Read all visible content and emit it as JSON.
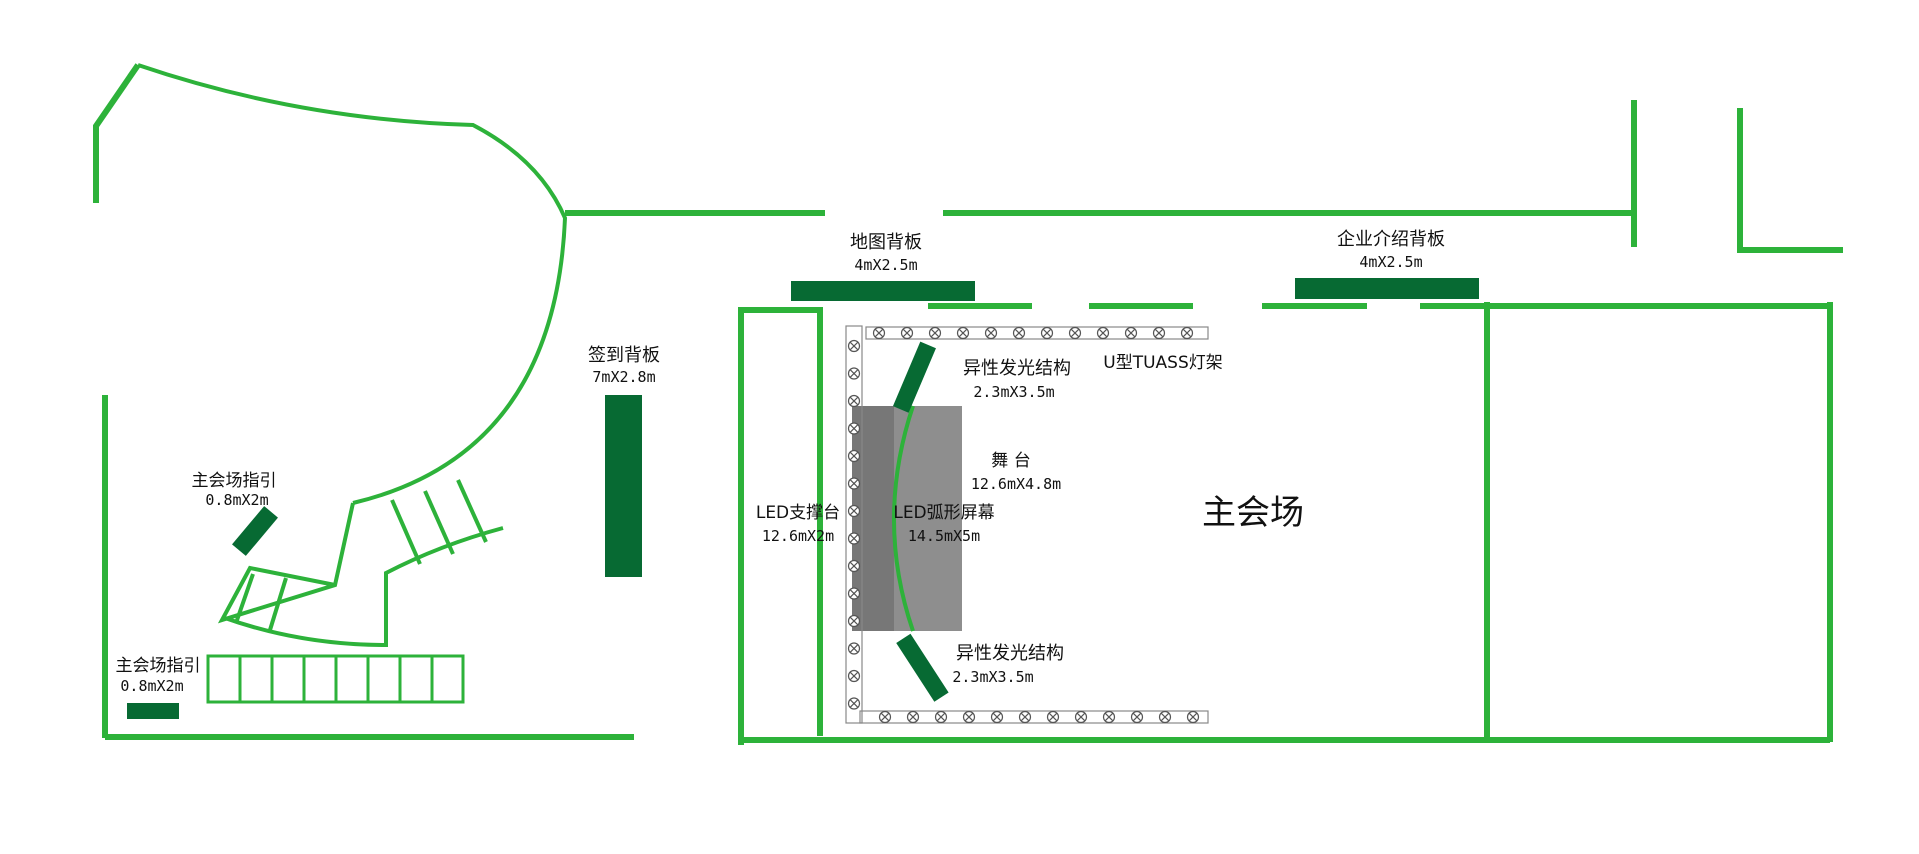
{
  "colors": {
    "wall": "#2db23a",
    "panel": "#076a33",
    "stage": "#8e8e8e",
    "led_platform": "#777777",
    "truss": "#888888",
    "text": "#111111"
  },
  "labels": {
    "map_board": {
      "name": "地图背板",
      "size": "4mX2.5m"
    },
    "company_board": {
      "name": "企业介绍背板",
      "size": "4mX2.5m"
    },
    "signin_board": {
      "name": "签到背板",
      "size": "7mX2.8m"
    },
    "guide_upper": {
      "name": "主会场指引",
      "size": "0.8mX2m"
    },
    "guide_lower": {
      "name": "主会场指引",
      "size": "0.8mX2m"
    },
    "glow_top": {
      "name": "异性发光结构",
      "size": "2.3mX3.5m"
    },
    "glow_bottom": {
      "name": "异性发光结构",
      "size": "2.3mX3.5m"
    },
    "truss": {
      "name": "U型TUASS灯架"
    },
    "stage": {
      "name": "舞 台",
      "size": "12.6mX4.8m"
    },
    "led_platform": {
      "name": "LED支撑台",
      "size": "12.6mX2m"
    },
    "led_screen": {
      "name": "LED弧形屏幕",
      "size": "14.5mX5m"
    },
    "main_hall": "主会场"
  },
  "icons": {
    "truss_light": "circle-x-lamp-icon"
  }
}
